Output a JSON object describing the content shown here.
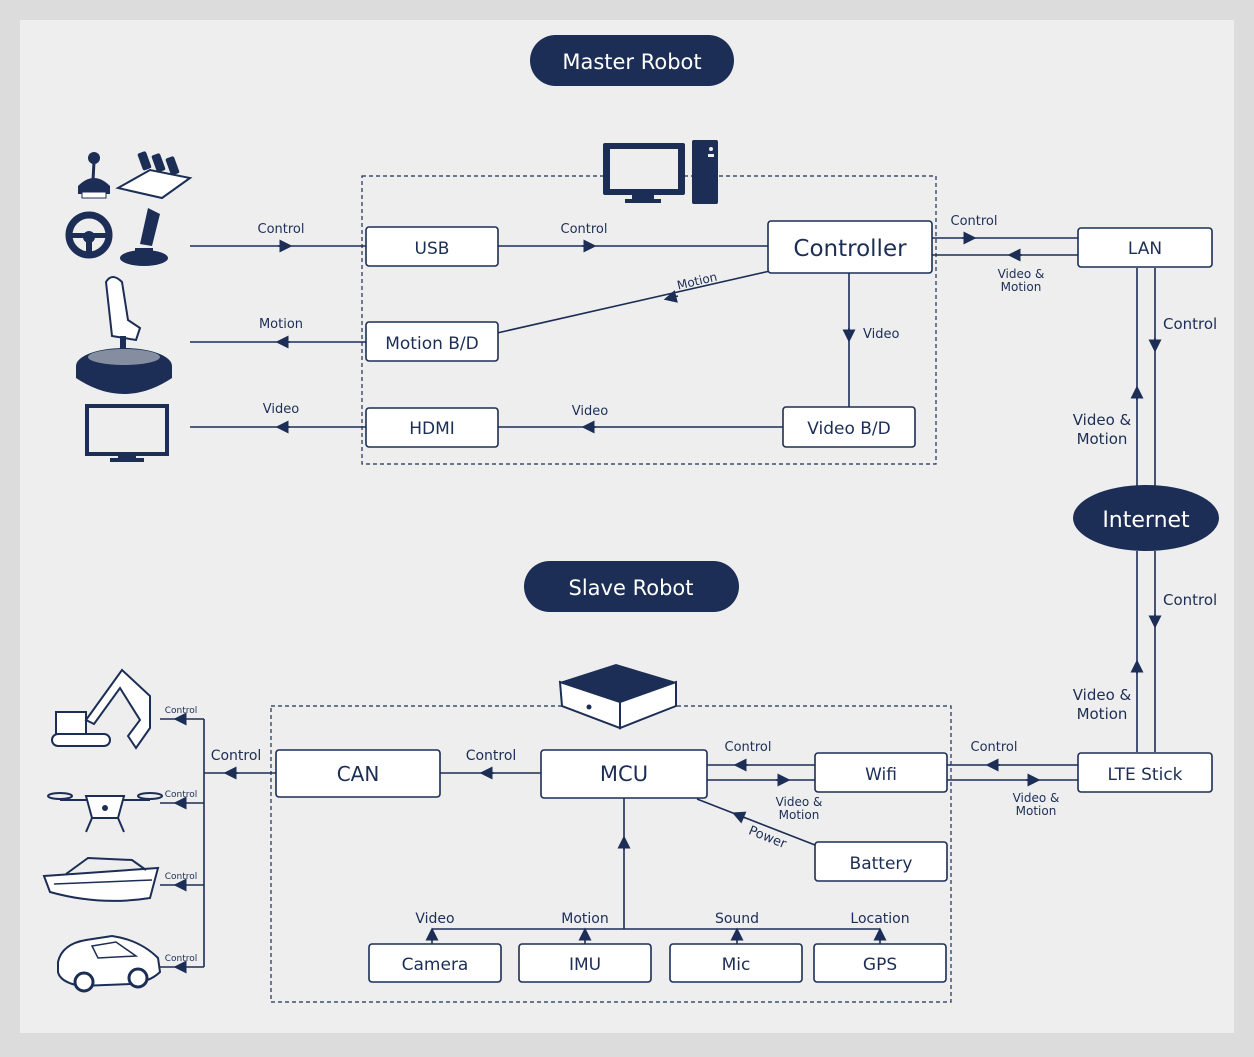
{
  "titles": {
    "master": "Master Robot",
    "slave": "Slave Robot",
    "internet": "Internet"
  },
  "boxes": {
    "usb": "USB",
    "controller": "Controller",
    "lan": "LAN",
    "motion_bd": "Motion B/D",
    "hdmi": "HDMI",
    "video_bd": "Video B/D",
    "can": "CAN",
    "mcu": "MCU",
    "wifi": "Wifi",
    "lte": "LTE Stick",
    "battery": "Battery",
    "camera": "Camera",
    "imu": "IMU",
    "mic": "Mic",
    "gps": "GPS"
  },
  "labels": {
    "control": "Control",
    "motion": "Motion",
    "video": "Video",
    "video_motion_line1": "Video &",
    "video_motion_line2": "Motion",
    "power": "Power",
    "sound": "Sound",
    "location": "Location"
  },
  "colors": {
    "navy": "#1c2e55",
    "background": "#eeeeee",
    "frame": "#dcdcdc"
  },
  "icons": [
    "joystick-icon",
    "pedals-icon",
    "steering-wheel-icon",
    "flight-stick-icon",
    "motion-seat-icon",
    "monitor-icon",
    "pc-icon",
    "mcu-device-icon",
    "excavator-icon",
    "drone-icon",
    "boat-icon",
    "car-icon"
  ]
}
